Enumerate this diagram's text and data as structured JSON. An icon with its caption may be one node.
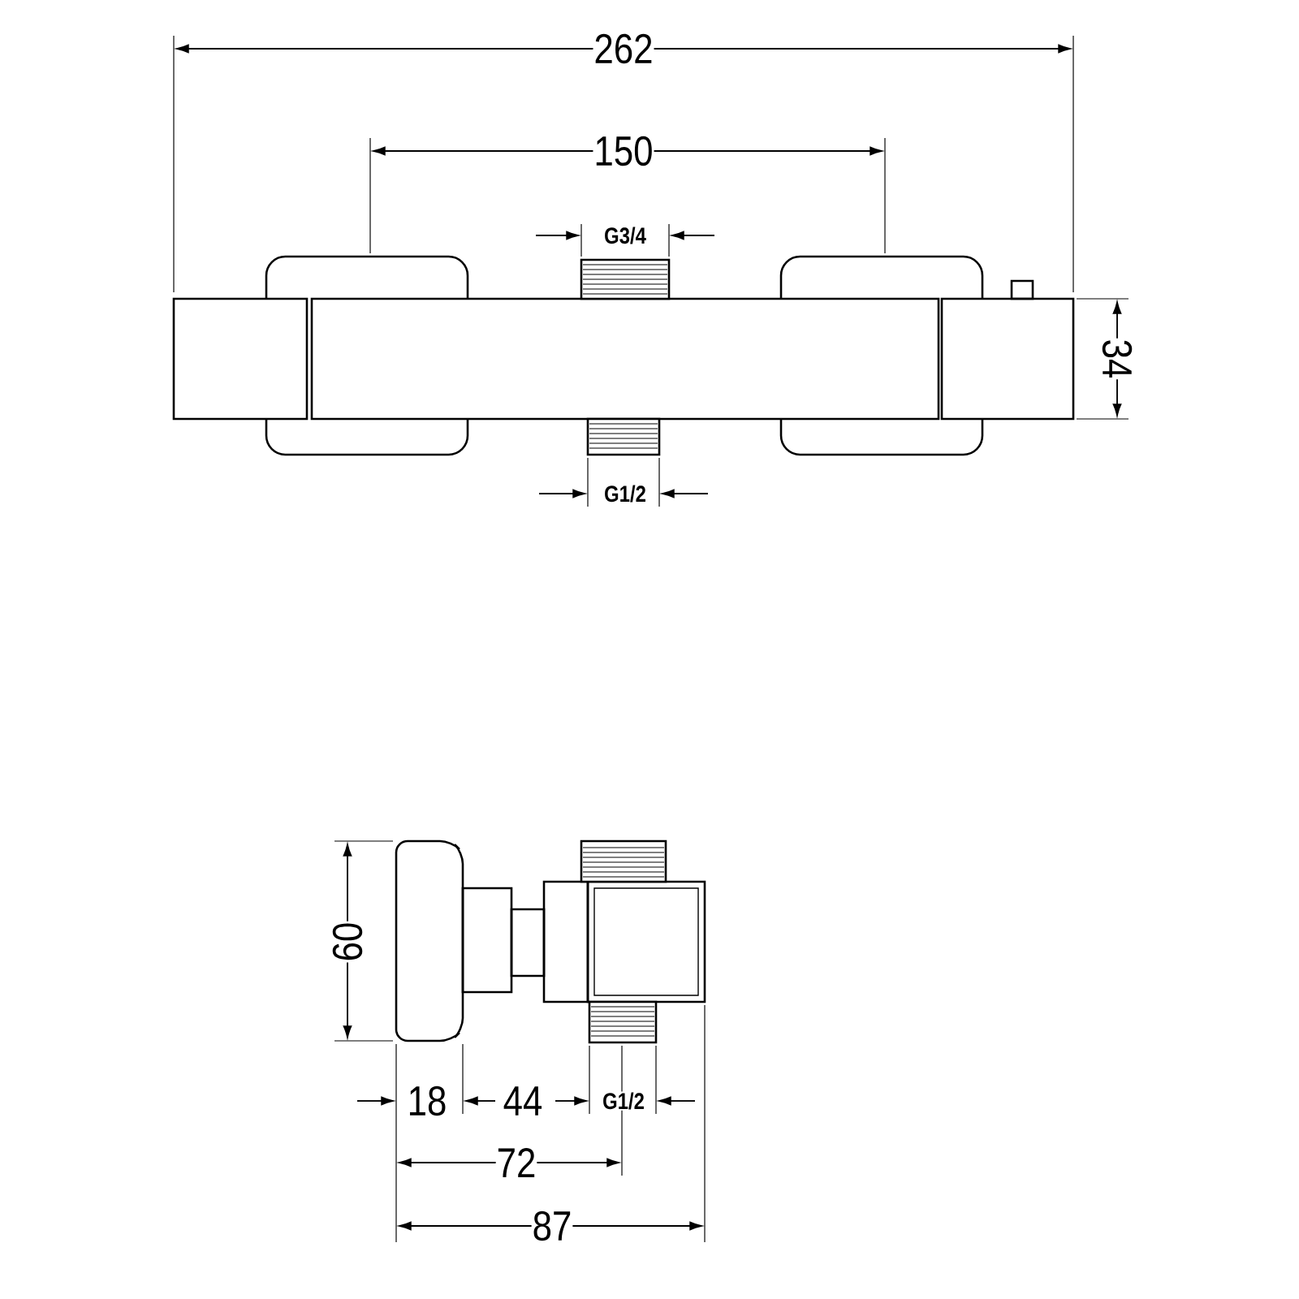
{
  "diagram": {
    "labels": [
      "262",
      "150",
      "G3/4",
      "34",
      "G1/2",
      "60",
      "18",
      "44",
      "G1/2",
      "72",
      "87"
    ]
  }
}
